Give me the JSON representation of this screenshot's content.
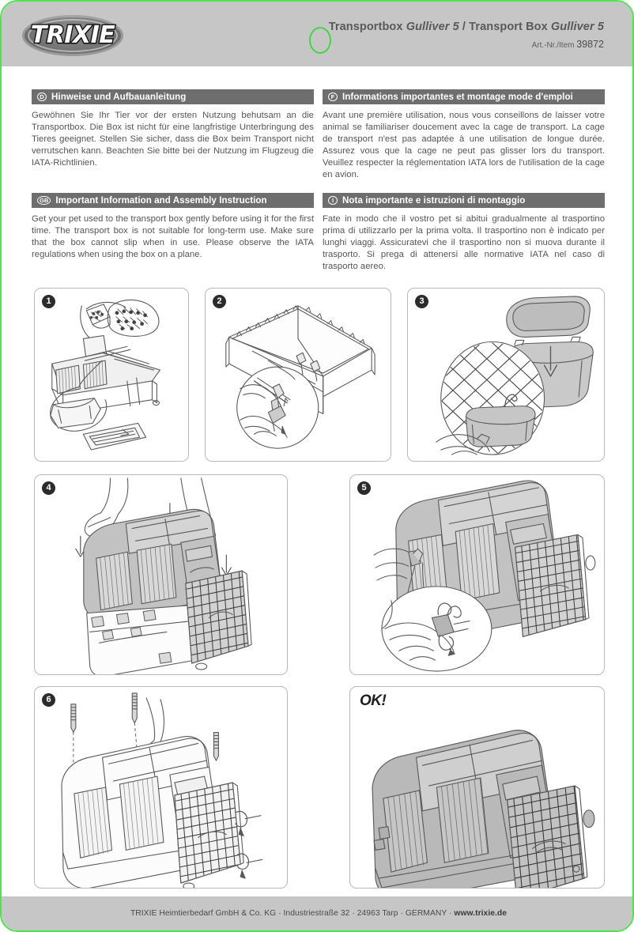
{
  "header": {
    "logo_text": "TRIXIE",
    "title_part1": "Transportbox ",
    "title_model1": "Gulliver 5",
    "title_sep": " / ",
    "title_part2": "Transport Box ",
    "title_model2": "Gulliver 5",
    "item_label": "Art.-Nr./Item ",
    "item_number": "39872",
    "punch_hole_icon": "punch-hole-icon"
  },
  "sections": [
    {
      "flag": "D",
      "heading": "Hinweise und Aufbauanleitung",
      "text": "Gewöhnen Sie Ihr Tier vor der ersten Nutzung behutsam an die Transportbox. Die Box ist nicht für eine langfristige Unterbringung des Tieres geeignet. Stellen Sie sicher, dass die Box beim Transport nicht verrutschen kann. Beachten Sie bitte bei der Nutzung im Flugzeug die IATA-Richtlinien."
    },
    {
      "flag": "F",
      "heading": "Informations importantes et montage mode d'emploi",
      "text": "Avant une première utilisation, nous vous conseillons de laisser votre animal se familiariser doucement avec la cage de transport. La cage de transport n'est pas adaptée à une utilisation de longue durée. Assurez vous que la cage ne peut pas glisser lors du transport. Veuillez respecter la réglementation IATA lors de l'utilisation de la cage en avion."
    },
    {
      "flag": "GB",
      "heading": "Important Information and Assembly Instruction",
      "text": "Get your pet used to the transport box gently before using it for the first time. The transport box is not suitable for long-term use. Make sure that the box cannot slip when in use.  Please observe the IATA regulations when using the box on a plane."
    },
    {
      "flag": "I",
      "heading": "Nota importante e istruzioni di montaggio",
      "text": "Fate in modo che il vostro pet si abitui gradualmente al trasportino prima di utilizzarlo per la prima volta. Il trasportino non è indicato per lunghi viaggi. Assicuratevi che il trasportino non si muova durante il trasporto. Si prega di attenersi alle normative IATA nel caso di trasporto aereo."
    }
  ],
  "steps": [
    {
      "badge": "1",
      "name": "step-1-unpack-parts"
    },
    {
      "badge": "2",
      "name": "step-2-attach-base-clips"
    },
    {
      "badge": "3",
      "name": "step-3-insert-water-bowl"
    },
    {
      "badge": "4",
      "name": "step-4-fit-top-shell"
    },
    {
      "badge": "5",
      "name": "step-5-close-side-latches"
    },
    {
      "badge": "6",
      "name": "step-6-insert-bolts"
    },
    {
      "badge": "OK!",
      "name": "step-ok-finished-box"
    }
  ],
  "footer": {
    "company": "TRIXIE Heimtierbedarf GmbH & Co. KG · Industriestraße 32 · 24963 Tarp · GERMANY · ",
    "website": "www.trixie.de"
  },
  "colors": {
    "accent_green": "#4ee44e",
    "band_gray": "#c6c6c6",
    "bar_gray": "#6e6e6e",
    "text_gray": "#555555",
    "panel_border": "#b9b9b9"
  }
}
